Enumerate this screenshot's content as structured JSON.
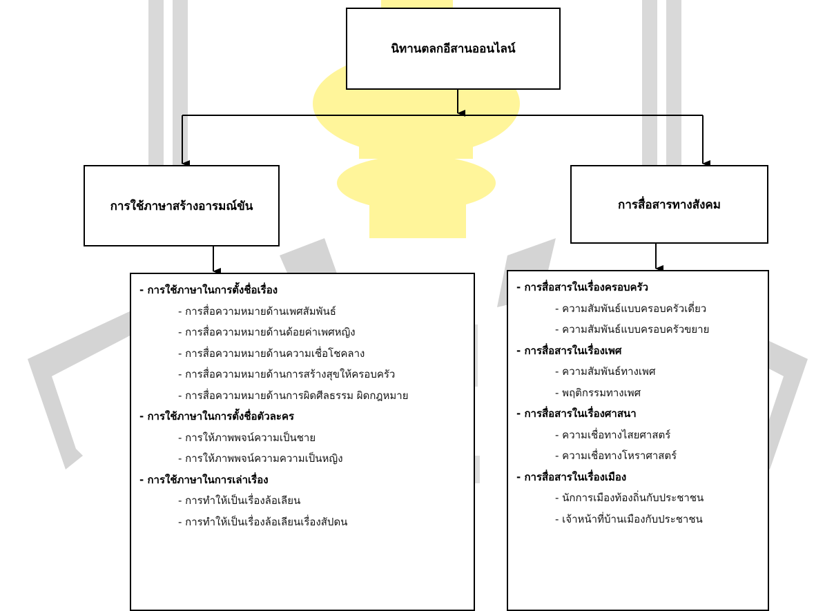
{
  "colors": {
    "lines": "#000000",
    "watermark_gray": "#c8c8c8",
    "watermark_yellow": "#fff59a"
  },
  "root": {
    "title": "นิทานตลกอีสานออนไลน์"
  },
  "left": {
    "title": "การใช้ภาษาสร้างอารมณ์ขัน",
    "groups": [
      {
        "heading": "- การใช้ภาษาในการตั้งชื่อเรื่อง",
        "items": [
          "- การสื่อความหมายด้านเพศสัมพันธ์",
          "- การสื่อความหมายด้านด้อยค่าเพศหญิง",
          "- การสื่อความหมายด้านความเชื่อโชคลาง",
          "- การสื่อความหมายด้านการสร้างสุขให้ครอบครัว",
          "- การสื่อความหมายด้านการผิดศีลธรรม ผิดกฎหมาย"
        ]
      },
      {
        "heading": "- การใช้ภาษาในการตั้งชื่อตัวละคร",
        "items": [
          "- การให้ภาพพจน์ความเป็นชาย",
          "- การให้ภาพพจน์ความความเป็นหญิง"
        ]
      },
      {
        "heading": "- การใช้ภาษาในการเล่าเรื่อง",
        "items": [
          "- การทำให้เป็นเรื่องล้อเลียน",
          "- การทำให้เป็นเรื่องล้อเลียนเรื่องสัปดน"
        ]
      }
    ]
  },
  "right": {
    "title": "การสื่อสารทางสังคม",
    "groups": [
      {
        "heading": "- การสื่อสารในเรื่องครอบครัว",
        "items": [
          "- ความสัมพันธ์แบบครอบครัวเดี่ยว",
          "- ความสัมพันธ์แบบครอบครัวขยาย"
        ]
      },
      {
        "heading": "- การสื่อสารในเรื่องเพศ",
        "items": [
          "- ความสัมพันธ์ทางเพศ",
          "- พฤติกรรมทางเพศ"
        ]
      },
      {
        "heading": "- การสื่อสารในเรื่องศาสนา",
        "items": [
          "- ความเชื่อทางไสยศาสตร์",
          "- ความเชื่อทางโหราศาสตร์"
        ]
      },
      {
        "heading": "- การสื่อสารในเรื่องเมือง",
        "items": [
          "- นักการเมืองท้องถิ่นกับประชาชน",
          "- เจ้าหน้าที่บ้านเมืองกับประชาชน"
        ]
      }
    ]
  }
}
